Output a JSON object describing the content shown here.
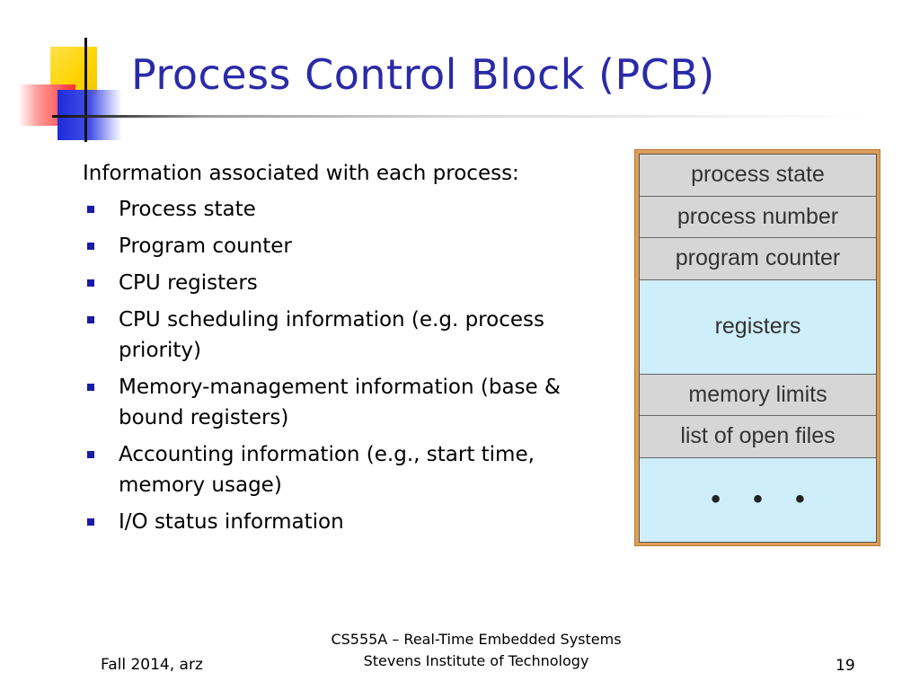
{
  "slide": {
    "title": "Process Control Block (PCB)",
    "intro": "Information associated with each process:",
    "bullets": [
      "Process state",
      "Program counter",
      "CPU registers",
      "CPU scheduling information (e.g. process priority)",
      "Memory-management information (base & bound registers)",
      "Accounting information (e.g., start time, memory usage)",
      "I/O status information"
    ]
  },
  "pcb_diagram": {
    "fields": [
      "process state",
      "process number",
      "program counter",
      "registers",
      "memory limits",
      "list of open files",
      "• • •"
    ]
  },
  "footer": {
    "left": "Fall 2014, arz",
    "center_line1": "CS555A – Real-Time Embedded Systems",
    "center_line2": "Stevens Institute of Technology",
    "page_number": "19"
  },
  "colors": {
    "title": "#2a2aa8",
    "bullet": "#1a1aa8",
    "pcb_gray": "#d6d6d6",
    "pcb_blue": "#cfeefb",
    "pcb_frame": "#dc9e58"
  }
}
